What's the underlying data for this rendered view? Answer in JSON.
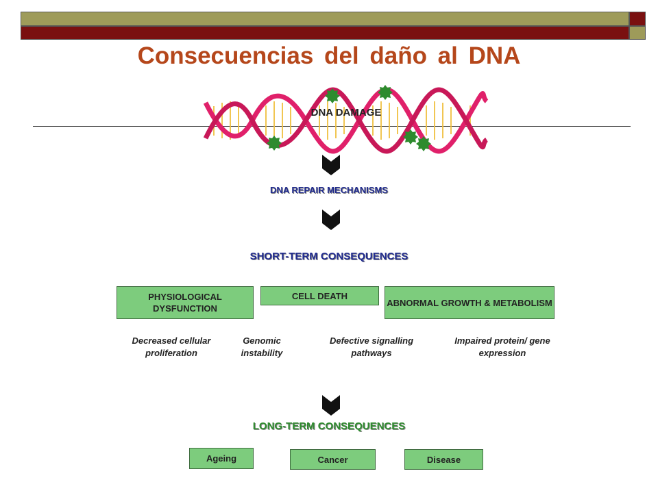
{
  "slide": {
    "title": "Consecuencias del daño al DNA",
    "dna_damage": "DNA DAMAGE",
    "repair": "DNA REPAIR MECHANISMS",
    "short_term": "SHORT-TERM CONSEQUENCES",
    "long_term": "LONG-TERM CONSEQUENCES",
    "short_boxes": [
      "PHYSIOLOGICAL DYSFUNCTION",
      "CELL DEATH",
      "ABNORMAL GROWTH & METABOLISM"
    ],
    "effects": [
      "Decreased cellular proliferation",
      "Genomic instability",
      "Defective signalling pathways",
      "Impaired protein/ gene expression"
    ],
    "long_boxes": [
      "Ageing",
      "Cancer",
      "Disease"
    ]
  },
  "colors": {
    "title": "#b5471b",
    "header_dark": "#7a1010",
    "header_olive": "#9e9b5a",
    "repair_text": "#1f2a8f",
    "short_text": "#1f2a8f",
    "long_text": "#2e8b2e",
    "box_fill": "#7dcc7d",
    "damage_marker": "#2e8b2e",
    "helix": "#e0206a"
  },
  "icons": [
    "dna-helix-icon",
    "damage-marker-icon",
    "down-arrow-icon"
  ]
}
